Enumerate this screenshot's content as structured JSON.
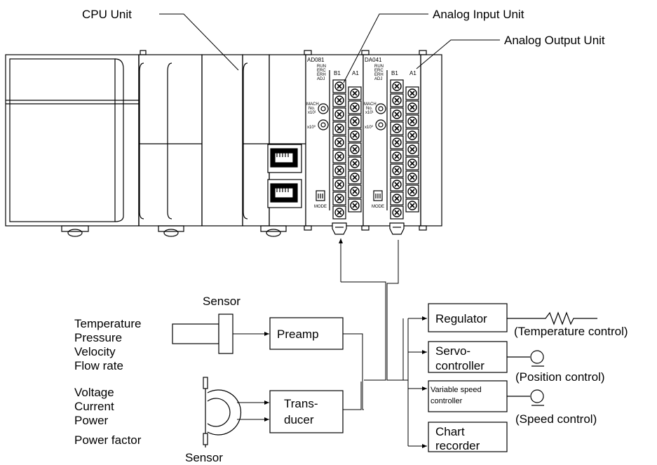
{
  "callouts": {
    "cpu_unit": "CPU Unit",
    "analog_input_unit": "Analog Input Unit",
    "analog_output_unit": "Analog Output Unit"
  },
  "modules": {
    "input": {
      "model": "AD081",
      "leds": [
        "RUN",
        "ERC",
        "ERH",
        "ADJ"
      ],
      "col_left": "B1",
      "col_right": "A1",
      "mach": [
        "MACH",
        "No.",
        "x10¹"
      ],
      "x10_0": "x10⁰",
      "mode": "MODE"
    },
    "output": {
      "model": "DA041",
      "leds": [
        "RUN",
        "ERC",
        "ERH",
        "ADJ"
      ],
      "col_left": "B1",
      "col_right": "A1",
      "mach": [
        "MACH",
        "No.",
        "x10¹"
      ],
      "x10_0": "x10⁰",
      "mode": "MODE"
    }
  },
  "inputs": {
    "sensor_top": "Sensor",
    "sensor_bottom": "Sensor",
    "quantities_1": [
      "Temperature",
      "Pressure",
      "Velocity",
      "Flow rate"
    ],
    "quantities_2": [
      "Voltage",
      "Current",
      "Power",
      "Power factor"
    ],
    "preamp": "Preamp",
    "transducer": [
      "Trans-",
      "ducer"
    ]
  },
  "outputs": {
    "regulator": "Regulator",
    "servo": [
      "Servo-",
      "controller"
    ],
    "variable_speed": [
      "Variable speed",
      "controller"
    ],
    "chart_recorder": [
      "Chart",
      "recorder"
    ],
    "temperature_control": "(Temperature control)",
    "position_control": "(Position control)",
    "speed_control": "(Speed control)"
  },
  "colors": {
    "line": "#000000",
    "panel": "#ffffff"
  }
}
